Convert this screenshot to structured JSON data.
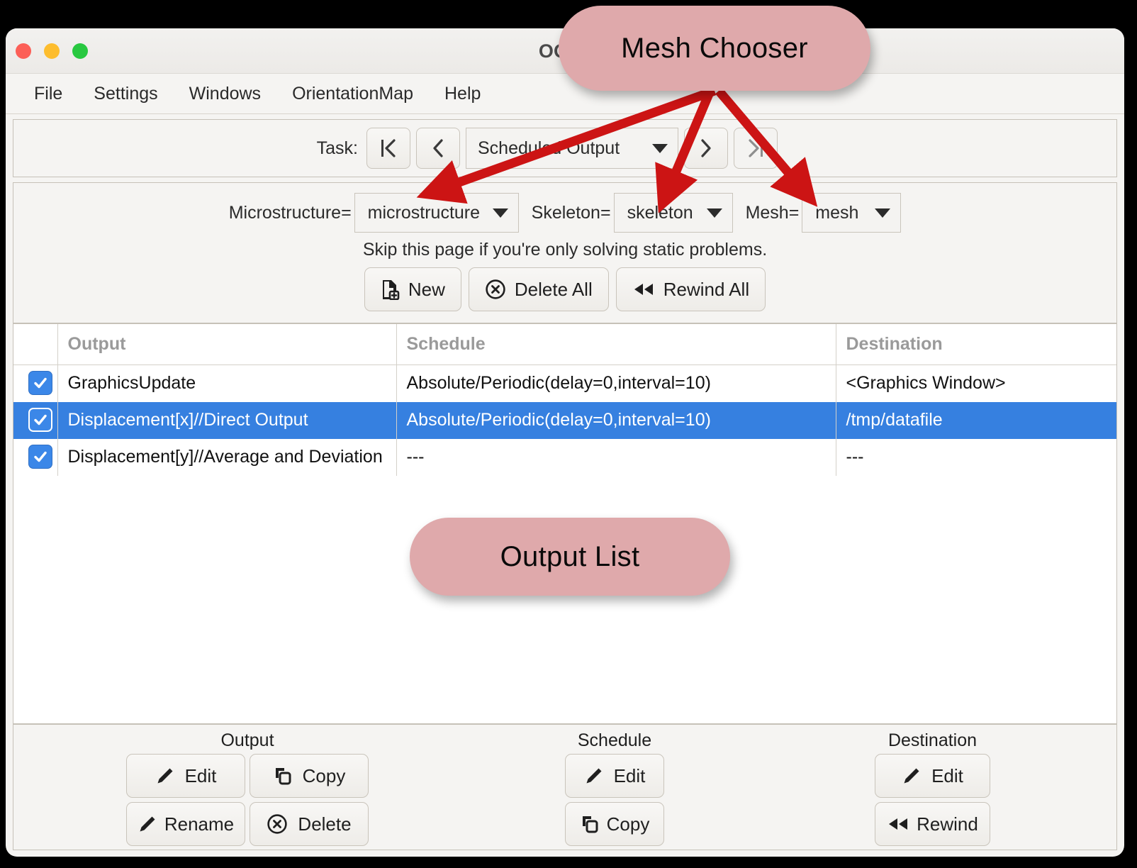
{
  "window": {
    "title": "OOF2",
    "traffic_lights": [
      "close-button",
      "minimize-button",
      "zoom-button"
    ]
  },
  "menubar": {
    "items": [
      {
        "label": "File"
      },
      {
        "label": "Settings"
      },
      {
        "label": "Windows"
      },
      {
        "label": "OrientationMap"
      },
      {
        "label": "Help"
      }
    ]
  },
  "task": {
    "label": "Task:",
    "first_label": "|‹",
    "prev_label": "‹",
    "next_label": "›",
    "last_label": "›|",
    "selected": "Scheduled Output"
  },
  "choosers": {
    "microstructure_label": "Microstructure=",
    "microstructure_value": "microstructure",
    "skeleton_label": "Skeleton=",
    "skeleton_value": "skeleton",
    "mesh_label": "Mesh=",
    "mesh_value": "mesh"
  },
  "hint": "Skip this page if you're only solving static problems.",
  "top_buttons": {
    "new_label": "New",
    "delete_all_label": "Delete All",
    "rewind_all_label": "Rewind All"
  },
  "table": {
    "headers": [
      "",
      "Output",
      "Schedule",
      "Destination"
    ],
    "rows": [
      {
        "checked": true,
        "selected": false,
        "output": "GraphicsUpdate",
        "schedule": "Absolute/Periodic(delay=0,interval=10)",
        "destination": "<Graphics Window>"
      },
      {
        "checked": true,
        "selected": true,
        "output": "Displacement[x]//Direct Output",
        "schedule": "Absolute/Periodic(delay=0,interval=10)",
        "destination": "/tmp/datafile"
      },
      {
        "checked": true,
        "selected": false,
        "output": "Displacement[y]//Average and Deviation",
        "schedule": "---",
        "destination": "---"
      }
    ]
  },
  "bottom": {
    "output_group": {
      "title": "Output",
      "edit_label": "Edit",
      "copy_label": "Copy",
      "rename_label": "Rename",
      "delete_label": "Delete"
    },
    "schedule_group": {
      "title": "Schedule",
      "edit_label": "Edit",
      "copy_label": "Copy"
    },
    "destination_group": {
      "title": "Destination",
      "edit_label": "Edit",
      "rewind_label": "Rewind"
    }
  },
  "annotations": {
    "callouts": [
      {
        "id": "mesh",
        "text": "Mesh Chooser"
      },
      {
        "id": "output",
        "text": "Output List"
      }
    ],
    "arrow_color": "#cc1414",
    "callout_color": "#dfa9ab"
  },
  "colors": {
    "selection_blue": "#3680e0",
    "checkbox_blue": "#3b87e8",
    "window_bg": "#f5f4f2",
    "accent_pink": "#dfa9ab",
    "arrow_red": "#cc1414"
  }
}
